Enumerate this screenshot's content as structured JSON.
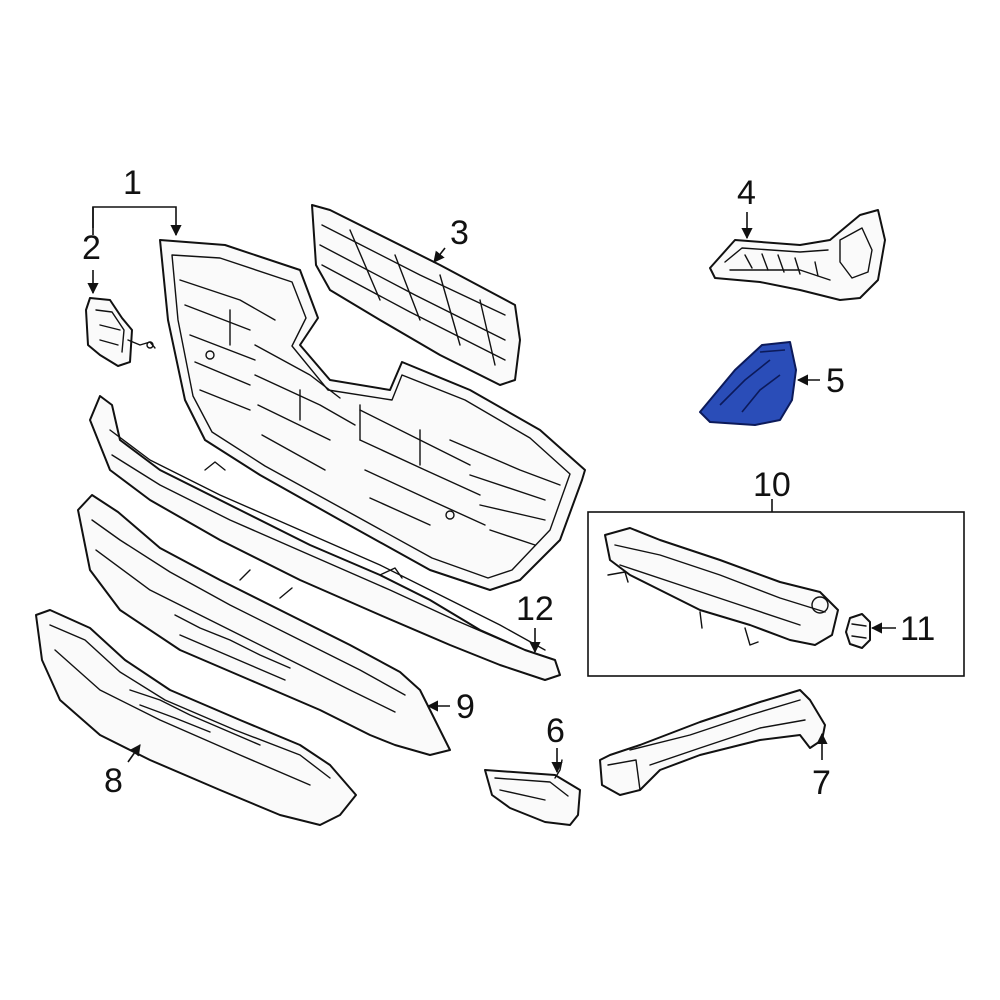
{
  "callouts": {
    "c1": "1",
    "c2": "2",
    "c3": "3",
    "c4": "4",
    "c5": "5",
    "c6": "6",
    "c7": "7",
    "c8": "8",
    "c9": "9",
    "c10": "10",
    "c11": "11",
    "c12": "12"
  },
  "highlight_color": "#2a4db8",
  "highlighted_part": "5"
}
